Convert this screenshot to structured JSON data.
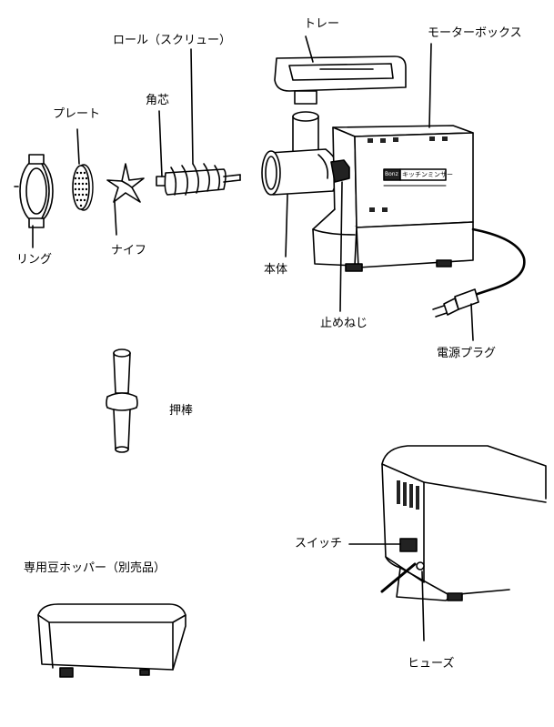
{
  "labels": {
    "tray": "トレー",
    "motor_box": "モーターボックス",
    "roll": "ロール（スクリュー）",
    "core": "角芯",
    "plate": "プレート",
    "ring": "リング",
    "knife": "ナイフ",
    "body": "本体",
    "stop_screw": "止めねじ",
    "plug": "電源プラグ",
    "pusher": "押棒",
    "hopper": "専用豆ホッパー（別売品）",
    "switch": "スイッチ",
    "fuse": "ヒューズ"
  },
  "badge": {
    "brand": "Bonz",
    "product": "キッチンミンサー"
  },
  "colors": {
    "line": "#000000",
    "fill": "#ffffff",
    "shade": "#d8d8d8",
    "dark": "#222222"
  }
}
